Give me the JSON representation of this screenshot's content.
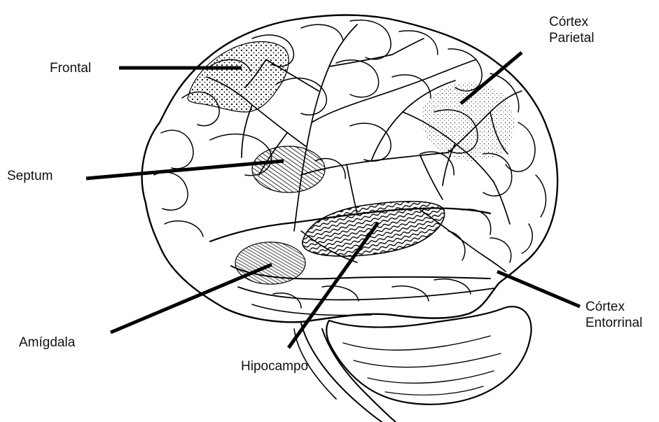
{
  "labels": {
    "frontal": "Frontal",
    "septum": "Septum",
    "amigdala": "Amígdala",
    "hipocampo": "Hipocampo",
    "cortex_parietal_line1": "Córtex",
    "cortex_parietal_line2": "Parietal",
    "cortex_entorrinal_line1": "Córtex",
    "cortex_entorrinal_line2": "Entorrinal"
  },
  "colors": {
    "ink": "#000000",
    "background": "#ffffff",
    "text": "#111111"
  }
}
